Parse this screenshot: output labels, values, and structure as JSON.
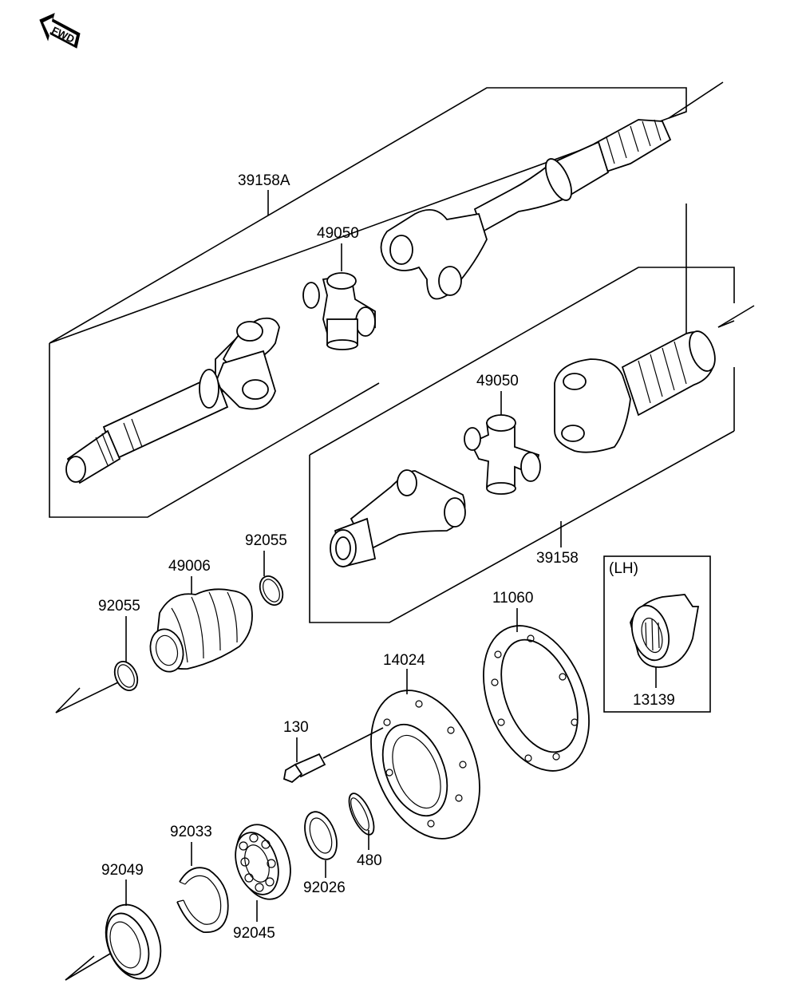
{
  "fwd_badge": "FWD",
  "labels": {
    "p39158A": "39158A",
    "p49050_top": "49050",
    "p49050_mid": "49050",
    "p39158": "39158",
    "p92055_top": "92055",
    "p49006": "49006",
    "p92055_left": "92055",
    "p11060": "11060",
    "p14024": "14024",
    "p130": "130",
    "p92033": "92033",
    "p92049": "92049",
    "p92045": "92045",
    "p92026": "92026",
    "p480": "480",
    "lh": "(LH)",
    "p13139": "13139"
  }
}
